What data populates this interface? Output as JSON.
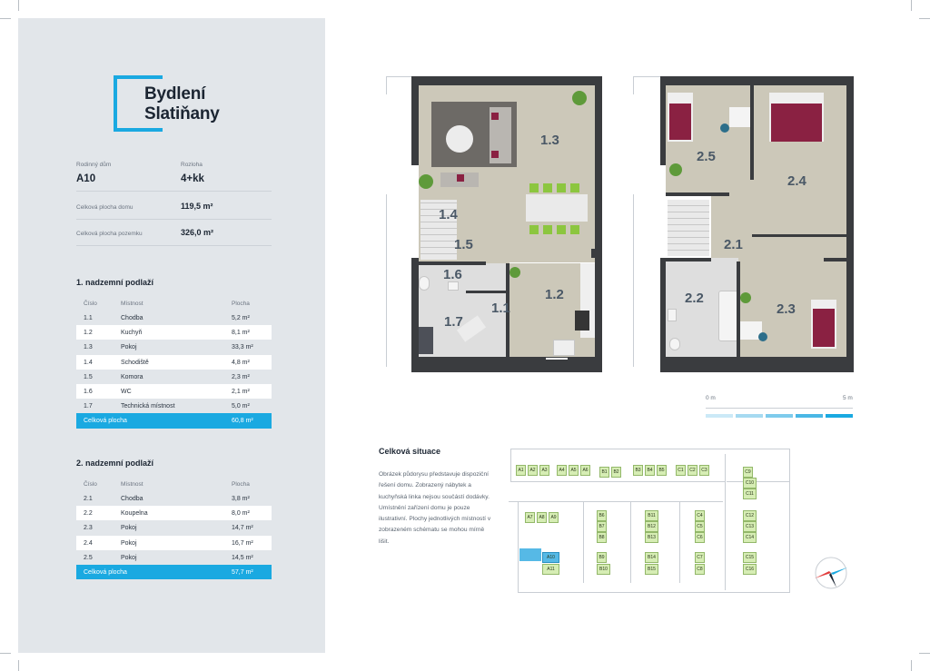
{
  "brand": {
    "line1": "Bydlení",
    "line2": "Slatiňany",
    "accent": "#1aa9e1"
  },
  "summary": {
    "type_label": "Rodinný dům",
    "type_value": "A10",
    "layout_label": "Rozloha",
    "layout_value": "4+kk",
    "house_area_label": "Celková plocha domu",
    "house_area_value": "119,5 m²",
    "plot_area_label": "Celková plocha pozemku",
    "plot_area_value": "326,0 m²"
  },
  "floor1": {
    "title": "1. nadzemní podlaží",
    "headers": [
      "Číslo",
      "Místnost",
      "Plocha"
    ],
    "rows": [
      [
        "1.1",
        "Chodba",
        "5,2 m²"
      ],
      [
        "1.2",
        "Kuchyň",
        "8,1 m²"
      ],
      [
        "1.3",
        "Pokoj",
        "33,3 m²"
      ],
      [
        "1.4",
        "Schodiště",
        "4,8 m²"
      ],
      [
        "1.5",
        "Komora",
        "2,3 m²"
      ],
      [
        "1.6",
        "WC",
        "2,1 m²"
      ],
      [
        "1.7",
        "Technická místnost",
        "5,0 m²"
      ]
    ],
    "total": [
      "Celková plocha",
      "60,8 m²"
    ]
  },
  "floor2": {
    "title": "2. nadzemní podlaží",
    "headers": [
      "Číslo",
      "Místnost",
      "Plocha"
    ],
    "rows": [
      [
        "2.1",
        "Chodba",
        "3,8 m²"
      ],
      [
        "2.2",
        "Koupelna",
        "8,0 m²"
      ],
      [
        "2.3",
        "Pokoj",
        "14,7 m²"
      ],
      [
        "2.4",
        "Pokoj",
        "16,7 m²"
      ],
      [
        "2.5",
        "Pokoj",
        "14,5 m²"
      ]
    ],
    "total": [
      "Celková plocha",
      "57,7 m²"
    ]
  },
  "plan1_rooms": [
    "1.3",
    "1.4",
    "1.5",
    "1.6",
    "1.2",
    "1.7",
    "1.1"
  ],
  "plan2_rooms": [
    "2.5",
    "2.4",
    "2.1",
    "2.2",
    "2.3"
  ],
  "scale": {
    "start": "0 m",
    "end": "5 m"
  },
  "situation": {
    "title": "Celková situace",
    "text": "Obrázek půdorysu představuje dispoziční řešení domu. Zobrazený nábytek a kuchyňská linka nejsou součástí dodávky. Umístnění zařízení domu je pouze ilustrativní. Plochy jednotlivých místností v zobrazeném schématu se mohou mírně lišit."
  },
  "lots": [
    "A1",
    "A2",
    "A3",
    "A4",
    "A5",
    "A6",
    "B1",
    "B2",
    "B3",
    "B4",
    "B5",
    "C1",
    "C2",
    "C3",
    "C9",
    "C10",
    "C11",
    "A7",
    "A8",
    "A9",
    "B6",
    "B7",
    "B8",
    "B11",
    "B12",
    "B13",
    "C4",
    "C5",
    "C6",
    "C12",
    "C13",
    "C14",
    "A10",
    "A11",
    "B9",
    "B10",
    "B14",
    "B15",
    "C7",
    "C8",
    "C15",
    "C16"
  ],
  "selected_lot": "A10"
}
